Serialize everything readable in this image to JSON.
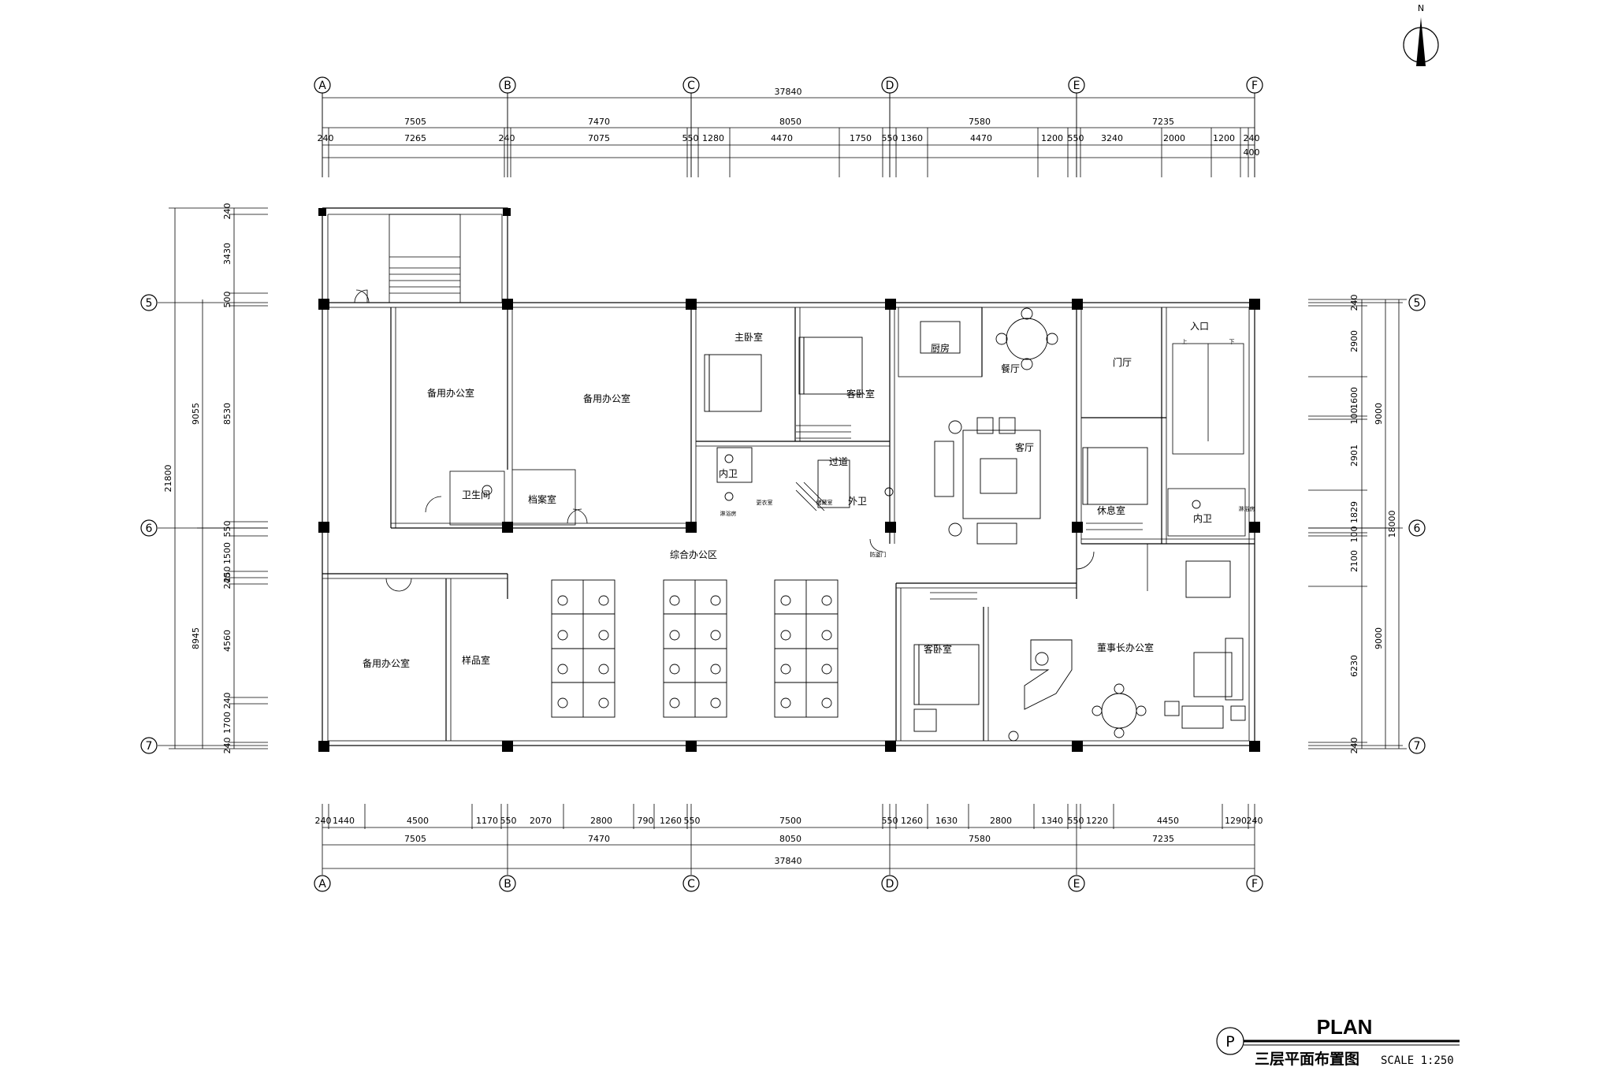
{
  "title": {
    "plan": "PLAN",
    "subtitle": "三层平面布置图",
    "scale": "SCALE 1:250",
    "marker": "P"
  },
  "north": {
    "label": "N"
  },
  "axes": {
    "columns": [
      "A",
      "B",
      "C",
      "D",
      "E",
      "F"
    ],
    "rows": [
      "5",
      "6",
      "7"
    ]
  },
  "dims": {
    "top_total": "37840",
    "top_bays": [
      "7505",
      "7470",
      "8050",
      "7580",
      "7235"
    ],
    "top_detail": [
      "240",
      "7265",
      "240",
      "7075",
      "550",
      "1280",
      "4470",
      "1750",
      "550",
      "1360",
      "4470",
      "1200",
      "550",
      "3240",
      "2000",
      "1200",
      "240",
      "400"
    ],
    "bottom_detail": [
      "240",
      "1440",
      "4500",
      "1170",
      "550",
      "2070",
      "2800",
      "790",
      "1260",
      "550",
      "7500",
      "550",
      "1260",
      "1630",
      "2800",
      "1340",
      "550",
      "1220",
      "4450",
      "1290",
      "240"
    ],
    "bottom_bays": [
      "7505",
      "7470",
      "8050",
      "7580",
      "7235"
    ],
    "bottom_total": "37840",
    "left_total": "21800",
    "left_bays": [
      "9055",
      "8945"
    ],
    "left_detail": [
      "240",
      "3430",
      "500",
      "8530",
      "550",
      "1500",
      "250",
      "240",
      "4560",
      "240",
      "1700",
      "240"
    ],
    "right_total": "18000",
    "right_bays": [
      "9000",
      "9000"
    ],
    "right_detail": [
      "240",
      "2900",
      "1600",
      "100",
      "2901",
      "1829",
      "100",
      "2100",
      "6230",
      "240"
    ]
  },
  "rooms": {
    "spare_office_1": "备用办公室",
    "spare_office_2": "备用办公室",
    "spare_office_3": "备用办公室",
    "toilet": "卫生间",
    "archive": "档案室",
    "sample_room": "样品室",
    "open_office": "综合办公区",
    "master_bedroom": "主卧室",
    "guest_bedroom_1": "客卧室",
    "guest_bedroom_2": "客卧室",
    "inner_bath_1": "内卫",
    "inner_bath_2": "内卫",
    "outer_bath": "外卫",
    "corridor": "过道",
    "kitchen": "厨房",
    "dining": "餐厅",
    "living": "客厅",
    "foyer": "门厅",
    "entrance": "入口",
    "up": "上",
    "down": "下",
    "rest_room": "休息室",
    "chairman_office": "董事长办公室",
    "shower_1": "淋浴房",
    "shower_2": "淋浴房",
    "dressing": "更衣室",
    "storage": "储藏室",
    "fire_door": "防盗门"
  }
}
